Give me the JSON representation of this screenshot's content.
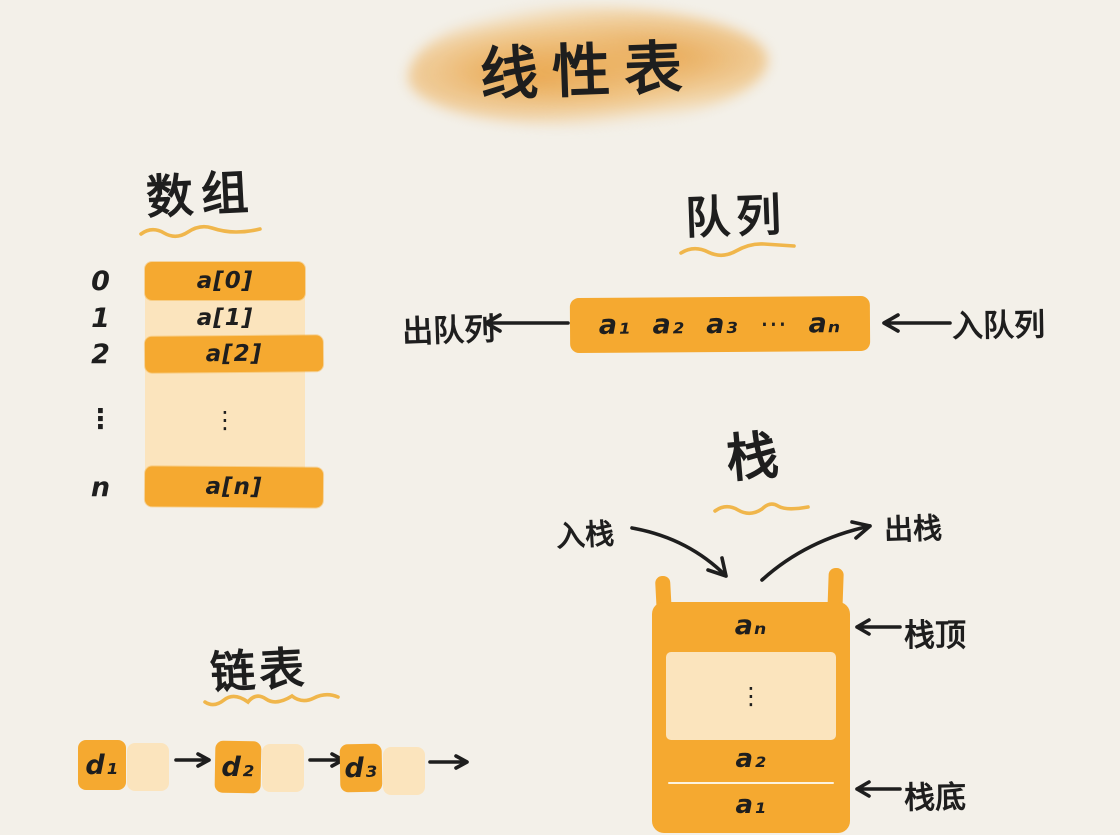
{
  "title": {
    "text": "线性表"
  },
  "array": {
    "heading": "数组",
    "rows": [
      {
        "index": "0",
        "cell": "a[0]"
      },
      {
        "index": "1",
        "cell": "a[1]"
      },
      {
        "index": "2",
        "cell": "a[2]"
      },
      {
        "index": "⋮",
        "cell": "⋮"
      },
      {
        "index": "n",
        "cell": "a[n]"
      }
    ]
  },
  "queue": {
    "heading": "队列",
    "items": [
      "a₁",
      "a₂",
      "a₃",
      "⋯",
      "aₙ"
    ],
    "dequeue_label": "出队列",
    "enqueue_label": "入队列"
  },
  "stack": {
    "heading": "栈",
    "push_label": "入栈",
    "pop_label": "出栈",
    "top_item": "aₙ",
    "dots": "⋮",
    "mid_item": "a₂",
    "bottom_item": "a₁",
    "top_label": "栈顶",
    "bottom_label": "栈底"
  },
  "linked_list": {
    "heading": "链表",
    "nodes": [
      "d₁",
      "d₂",
      "d₃"
    ]
  },
  "colors": {
    "background": "#f3f0e9",
    "orange": "#f5a930",
    "light_cell": "#fbe4bd",
    "ink": "#1e1e1e",
    "underline": "#f0b64b",
    "highlight_wash": "#e9a04e"
  }
}
